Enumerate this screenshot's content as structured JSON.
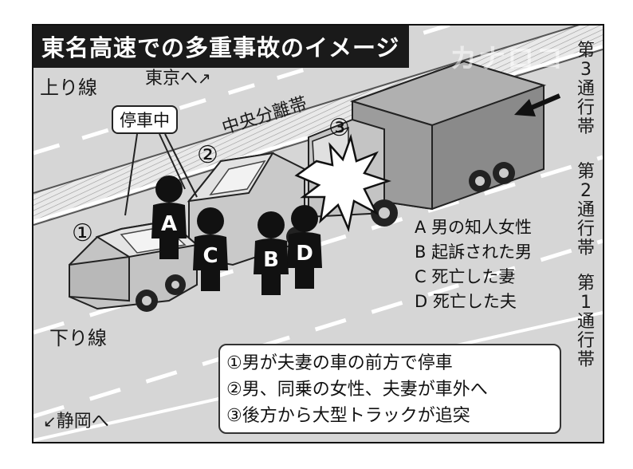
{
  "title": "東名高速での多重事故のイメージ",
  "watermark": "カナロコ",
  "labels": {
    "inbound": "上り線",
    "to_tokyo": "東京へ",
    "outbound": "下り線",
    "to_shizuoka": "静岡へ",
    "median": "中央分離帯",
    "stopped": "停車中"
  },
  "lanes": [
    "第3通行帯",
    "第2通行帯",
    "第1通行帯"
  ],
  "vehicles": [
    {
      "num": "①"
    },
    {
      "num": "②"
    },
    {
      "num": "③"
    }
  ],
  "people": [
    {
      "letter": "A"
    },
    {
      "letter": "B"
    },
    {
      "letter": "C"
    },
    {
      "letter": "D"
    }
  ],
  "legend": [
    "A 男の知人女性",
    "B 起訴された男",
    "C 死亡した妻",
    "D 死亡した夫"
  ],
  "steps": [
    "①男が夫妻の車の前方で停車",
    "②男、同乗の女性、夫妻が車外へ",
    "③後方から大型トラックが追突"
  ]
}
